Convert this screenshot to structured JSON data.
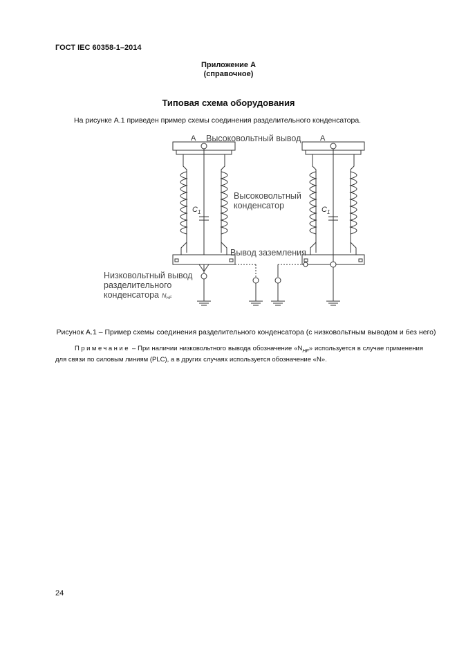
{
  "header": {
    "standard": "ГОСТ IEC 60358-1–2014"
  },
  "appendix": {
    "title": "Приложение А",
    "subtitle": "(справочное)"
  },
  "section": {
    "title": "Типовая схема оборудования"
  },
  "intro_text": "На рисунке А.1 приведен пример схемы соединения разделительного конденсатора.",
  "figure": {
    "terminal_left": "A",
    "terminal_right": "A",
    "hv_terminal": "Высоковольтный вывод",
    "hv_capacitor_line1": "Высоковольтный",
    "hv_capacitor_line2": "конденсатор",
    "c1_left": "C",
    "c1_left_sub": "1",
    "c1_right": "C",
    "c1_right_sub": "1",
    "ground_terminal": "Вывод заземления",
    "lv_line1": "Низковольтный вывод",
    "lv_line2": "разделительного",
    "lv_line3": "конденсатора",
    "lv_symbol": "N",
    "lv_symbol_sub": "HF"
  },
  "caption": "Рисунок А.1 – Пример схемы соединения разделительного конденсатора (с низковольтным выводом и без него)",
  "note": {
    "lead": "Примечание",
    "text": " – При наличии низковольтного вывода обозначение «N",
    "sub": "HF",
    "text2": "» используется в случае применения для связи по силовым линиям (PLC), а в других случаях используется обозначение «N»."
  },
  "page_number": "24"
}
